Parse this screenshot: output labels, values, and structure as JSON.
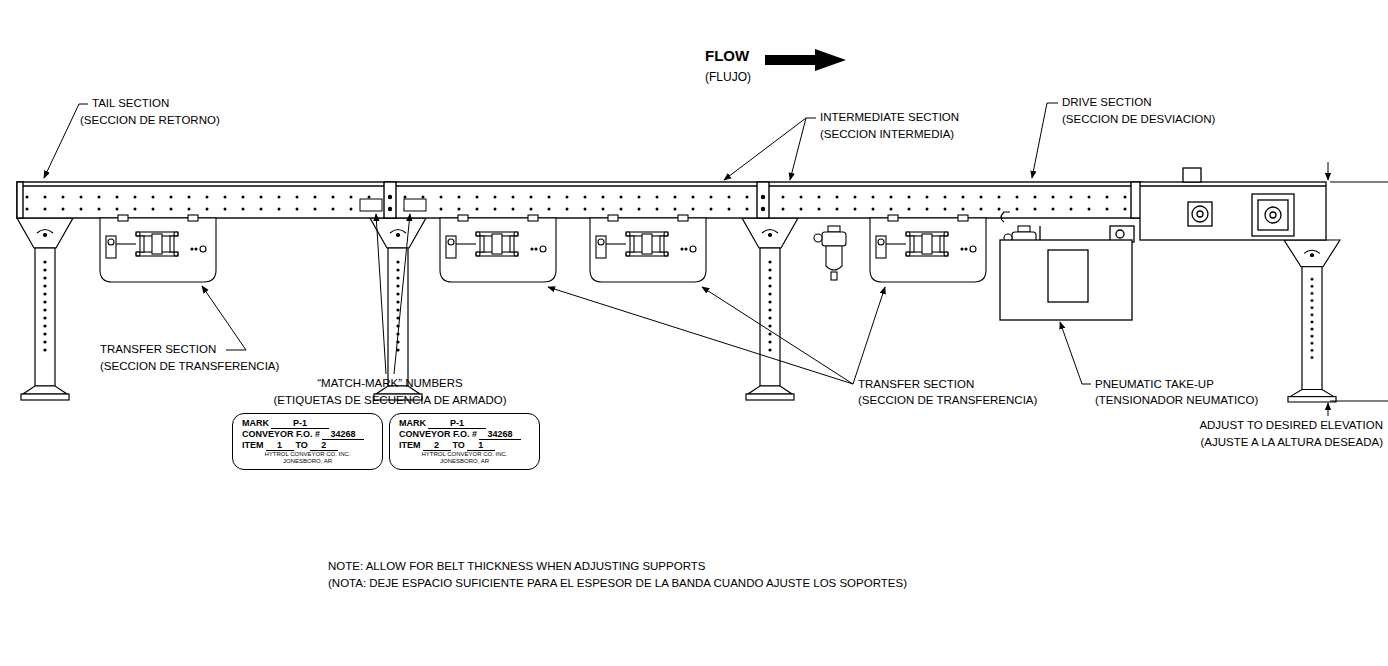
{
  "diagram": {
    "nodes": [
      {
        "text": [
          "MARK",
          "P-1",
          "CONVEYOR F.O. #",
          "34268",
          "ITEM",
          "1",
          "TO",
          "2",
          "HYTROL CONVEYOR CO. INC.",
          "JONESBORO, AR"
        ]
      },
      {
        "text": [
          "MARK",
          "P-1",
          "CONVEYOR F.O. #",
          "34268",
          "ITEM",
          "2",
          "TO",
          "1",
          "HYTROL CONVEYOR CO. INC.",
          "JONESBORO, AR"
        ]
      }
    ],
    "labels": [
      "FLOW",
      "(FLUJO)",
      "TAIL SECTION",
      "(SECCION DE RETORNO)",
      "INTERMEDIATE SECTION",
      "(SECCION INTERMEDIA)",
      "DRIVE SECTION",
      "(SECCION DE DESVIACION)",
      "TRANSFER SECTION",
      "(SECCION DE TRANSFERENCIA)",
      "“MATCH-MARK” NUMBERS",
      "(ETIQUETAS DE SECUENCIA DE ARMADO)",
      "TRANSFER SECTION",
      "(SECCION DE TRANSFERENCIA)",
      "PNEUMATIC TAKE-UP",
      "(TENSIONADOR NEUMATICO)",
      "ADJUST TO DESIRED ELEVATION",
      "(AJUSTE A LA ALTURA DESEADA)",
      "NOTE: ALLOW FOR BELT THICKNESS WHEN ADJUSTING SUPPORTS",
      "(NOTA: DEJE ESPACIO SUFICIENTE PARA EL ESPESOR DE LA BANDA CUANDO AJUSTE LOS SOPORTES)"
    ]
  }
}
